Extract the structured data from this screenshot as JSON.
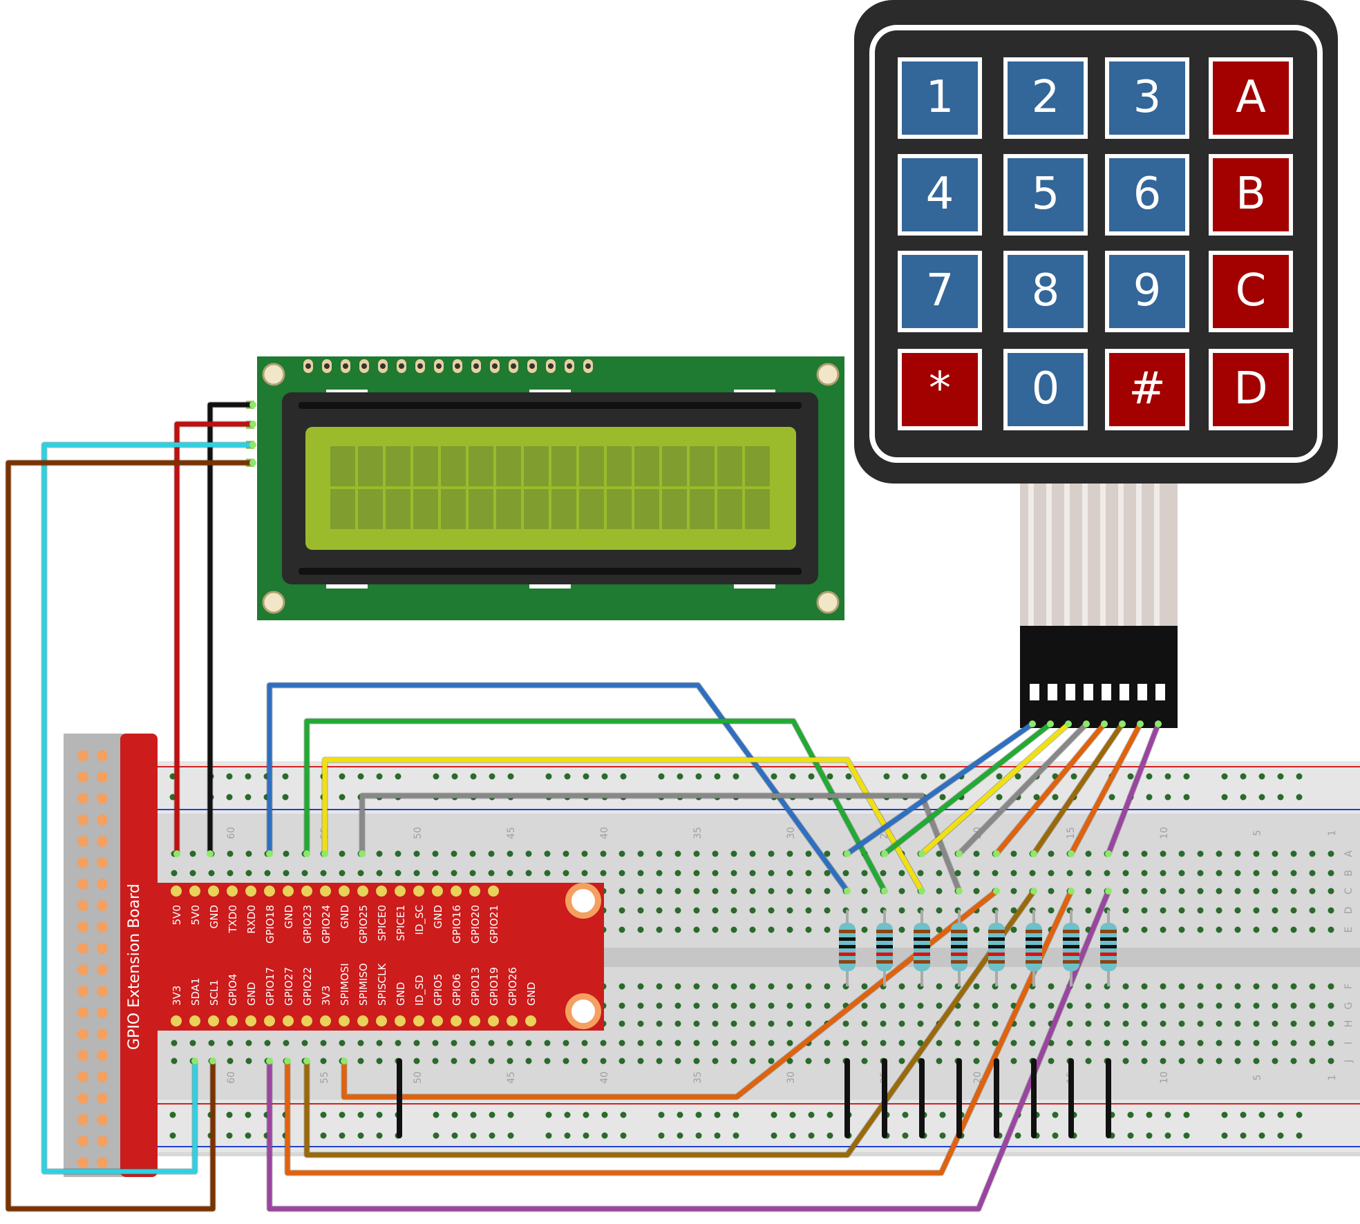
{
  "keypad": {
    "keys": [
      {
        "label": "1",
        "color": "#336699"
      },
      {
        "label": "2",
        "color": "#336699"
      },
      {
        "label": "3",
        "color": "#336699"
      },
      {
        "label": "A",
        "color": "#a30000"
      },
      {
        "label": "4",
        "color": "#336699"
      },
      {
        "label": "5",
        "color": "#336699"
      },
      {
        "label": "6",
        "color": "#336699"
      },
      {
        "label": "B",
        "color": "#a30000"
      },
      {
        "label": "7",
        "color": "#336699"
      },
      {
        "label": "8",
        "color": "#336699"
      },
      {
        "label": "9",
        "color": "#336699"
      },
      {
        "label": "C",
        "color": "#a30000"
      },
      {
        "label": "*",
        "color": "#a30000"
      },
      {
        "label": "0",
        "color": "#336699"
      },
      {
        "label": "#",
        "color": "#a30000"
      },
      {
        "label": "D",
        "color": "#a30000"
      }
    ],
    "frame_color": "#2b2b2b"
  },
  "lcd": {
    "pcb_color": "#1f7a32",
    "screen_color": "#9bbb2c",
    "pixel_color": "#7f9e2f"
  },
  "extension_board": {
    "title": "GPIO Extension Board",
    "top_pins": [
      "5V0",
      "5V0",
      "GND",
      "TXD0",
      "RXD0",
      "GPIO18",
      "GND",
      "GPIO23",
      "GPIO24",
      "GND",
      "GPIO25",
      "SPICE0",
      "SPICE1",
      "ID_SC",
      "GND",
      "GPIO16",
      "GPIO20",
      "GPIO21"
    ],
    "bottom_pins": [
      "3V3",
      "SDA1",
      "SCL1",
      "GPIO4",
      "GND",
      "GPIO17",
      "GPIO27",
      "GPIO22",
      "3V3",
      "SPIMOSI",
      "SPIMISO",
      "SPISCLK",
      "GND",
      "ID_SD",
      "GPIO5",
      "GPIO6",
      "GPIO13",
      "GPIO19",
      "GPIO26",
      "GND"
    ],
    "color": "#cc1c1c"
  },
  "breadboard": {
    "column_numbers": [
      "60",
      "55",
      "50",
      "45",
      "40",
      "35",
      "30",
      "25",
      "20",
      "15",
      "10",
      "5",
      "1"
    ],
    "row_letters_top": [
      "A",
      "B",
      "C",
      "D",
      "E"
    ],
    "row_letters_bottom": [
      "F",
      "G",
      "H",
      "I",
      "J"
    ]
  },
  "wire_colors": {
    "blue": "#2f6fc0",
    "green": "#22aa33",
    "yellow": "#f0e010",
    "gray": "#888888",
    "orange": "#e0620c",
    "olive": "#9a6a0a",
    "purple": "#9a45a0",
    "cyan": "#30d0e0",
    "red": "#c01010",
    "black": "#111111",
    "brown": "#7a3300"
  }
}
